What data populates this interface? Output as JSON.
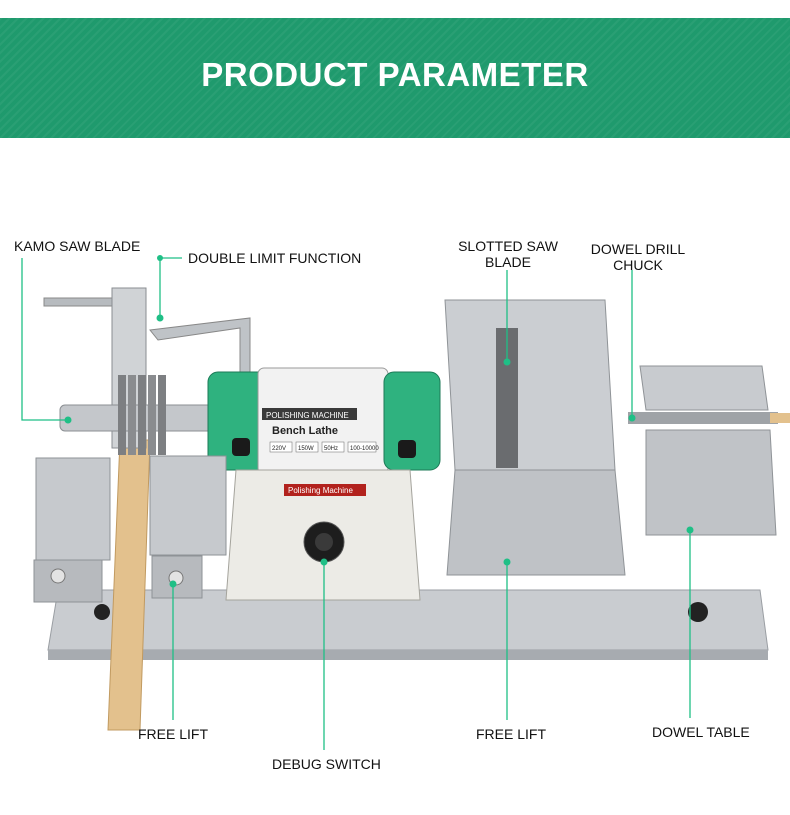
{
  "banner": {
    "title": "PRODUCT PARAMETER",
    "color": "#1f9a6d"
  },
  "accent_color": "#1fbf86",
  "machine": {
    "plate_text": "POLISHING MACHINE",
    "model_text": "Bench Lathe",
    "spec_cells": [
      "220V",
      "150W",
      "50Hz",
      "100-10000"
    ],
    "base_label": "Polishing Machine"
  },
  "callouts": {
    "kamo_saw_blade": "KAMO SAW BLADE",
    "double_limit_function": "DOUBLE LIMIT FUNCTION",
    "slotted_saw_blade_line1": "SLOTTED SAW",
    "slotted_saw_blade_line2": "BLADE",
    "dowel_drill_chuck_line1": "DOWEL DRILL",
    "dowel_drill_chuck_line2": "CHUCK",
    "free_lift_left": "FREE LIFT",
    "debug_switch": "DEBUG SWITCH",
    "free_lift_right": "FREE LIFT",
    "dowel_table": "DOWEL TABLE"
  }
}
